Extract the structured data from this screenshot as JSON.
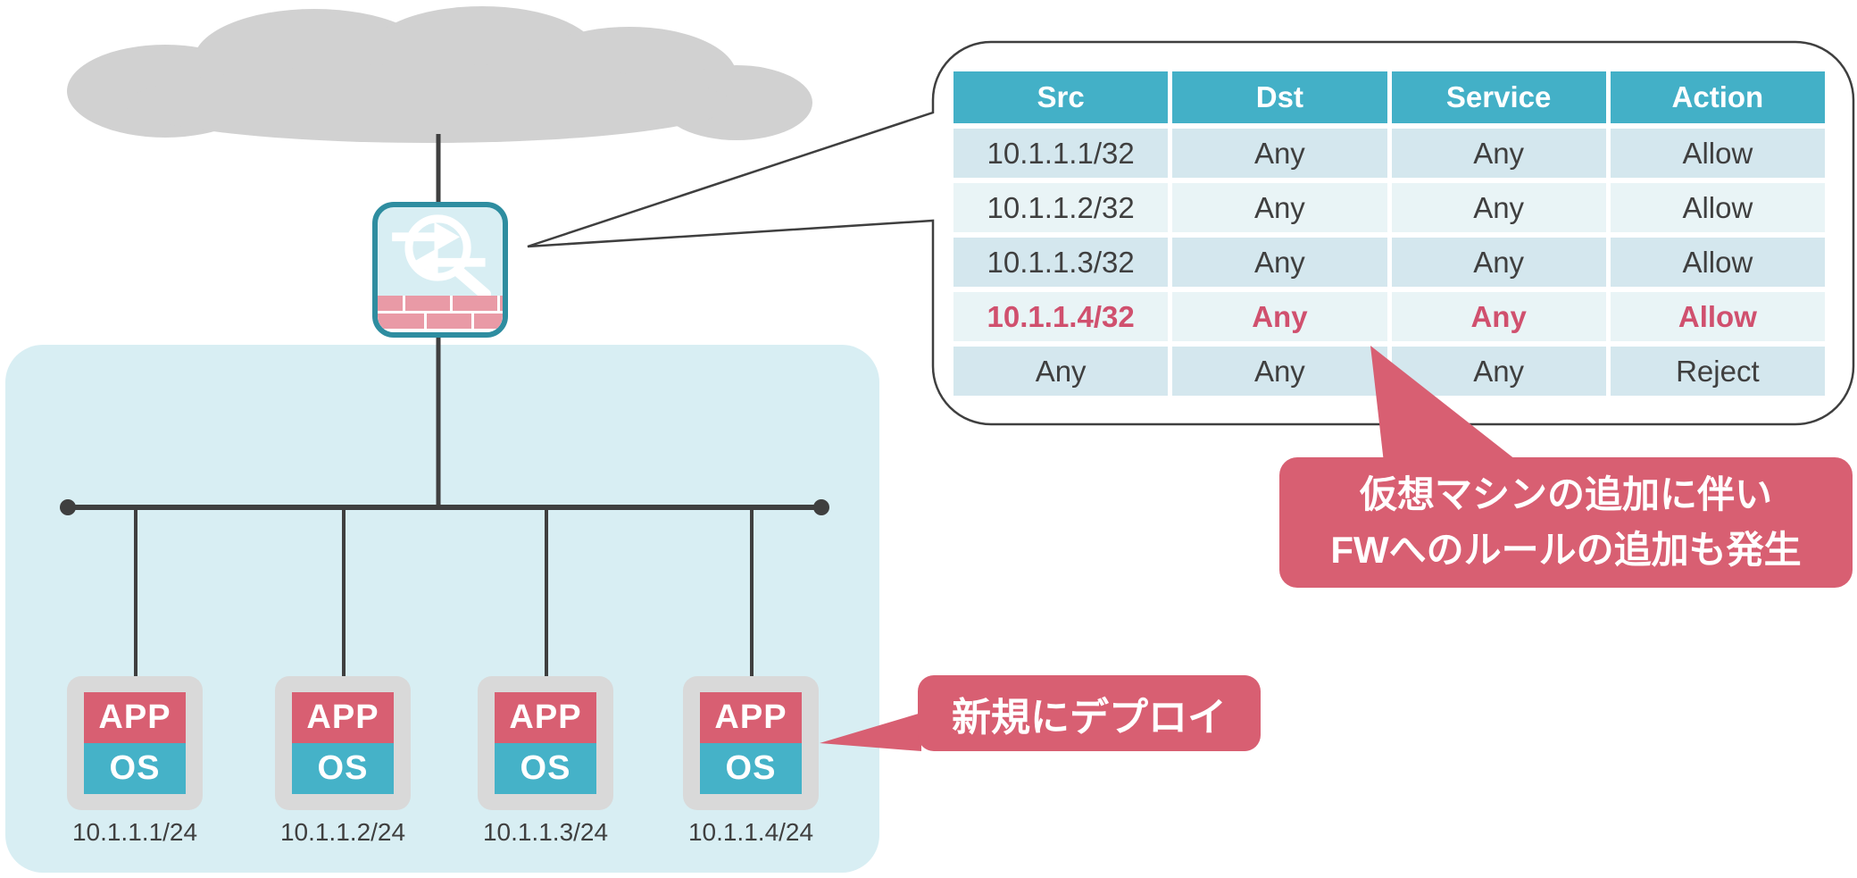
{
  "table": {
    "headers": [
      "Src",
      "Dst",
      "Service",
      "Action"
    ],
    "rows": [
      {
        "src": "10.1.1.1/32",
        "dst": "Any",
        "service": "Any",
        "action": "Allow"
      },
      {
        "src": "10.1.1.2/32",
        "dst": "Any",
        "service": "Any",
        "action": "Allow"
      },
      {
        "src": "10.1.1.3/32",
        "dst": "Any",
        "service": "Any",
        "action": "Allow"
      },
      {
        "src": "10.1.1.4/32",
        "dst": "Any",
        "service": "Any",
        "action": "Allow"
      },
      {
        "src": "Any",
        "dst": "Any",
        "service": "Any",
        "action": "Reject"
      }
    ],
    "highlighted_row": "10.1.1.4/32"
  },
  "vms": [
    {
      "app": "APP",
      "os": "OS",
      "ip": "10.1.1.1/24"
    },
    {
      "app": "APP",
      "os": "OS",
      "ip": "10.1.1.2/24"
    },
    {
      "app": "APP",
      "os": "OS",
      "ip": "10.1.1.3/24"
    },
    {
      "app": "APP",
      "os": "OS",
      "ip": "10.1.1.4/24"
    }
  ],
  "callouts": {
    "deploy": "新規にデプロイ",
    "rule_line1": "仮想マシンの追加に伴い",
    "rule_line2": "FWへのルールの追加も発生"
  },
  "icons": {
    "cloud": "internet-cloud",
    "firewall": "firewall-inspection-icon"
  },
  "colors": {
    "header_teal": "#43b0c7",
    "row_dark": "#d4e7ee",
    "row_light": "#e9f4f6",
    "accent_rose": "#d85f72",
    "highlight_text": "#d0506e",
    "zone_blue": "#d8eef3",
    "cloud_gray": "#d1d1d1",
    "line_dark": "#3f3f3f"
  }
}
